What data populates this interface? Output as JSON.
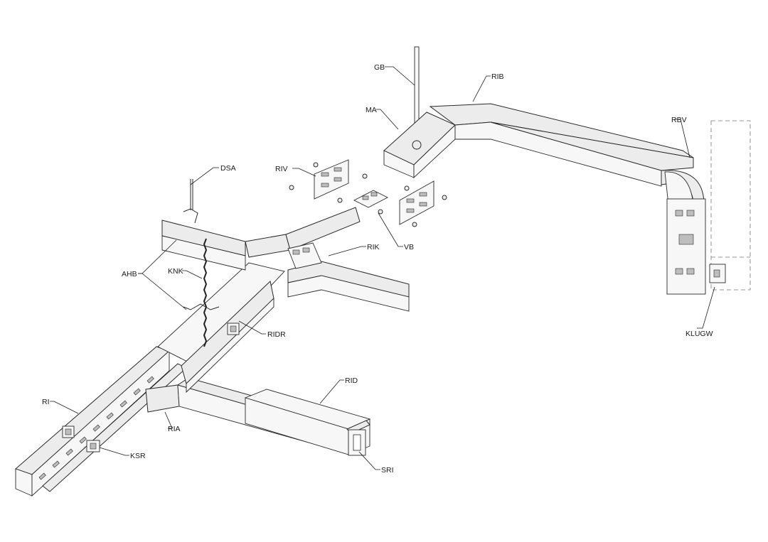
{
  "labels": {
    "gb": "GB",
    "rib": "RIB",
    "ma": "MA",
    "rbv": "RBV",
    "dsa": "DSA",
    "riv": "RIV",
    "rik": "RIK",
    "vb": "VB",
    "ahb": "AHB",
    "knk": "KNK",
    "ridr": "RIDR",
    "klugw": "KLUGW",
    "rid": "RID",
    "ri": "RI",
    "ria": "RIA",
    "ksr": "KSR",
    "sri": "SRI"
  }
}
